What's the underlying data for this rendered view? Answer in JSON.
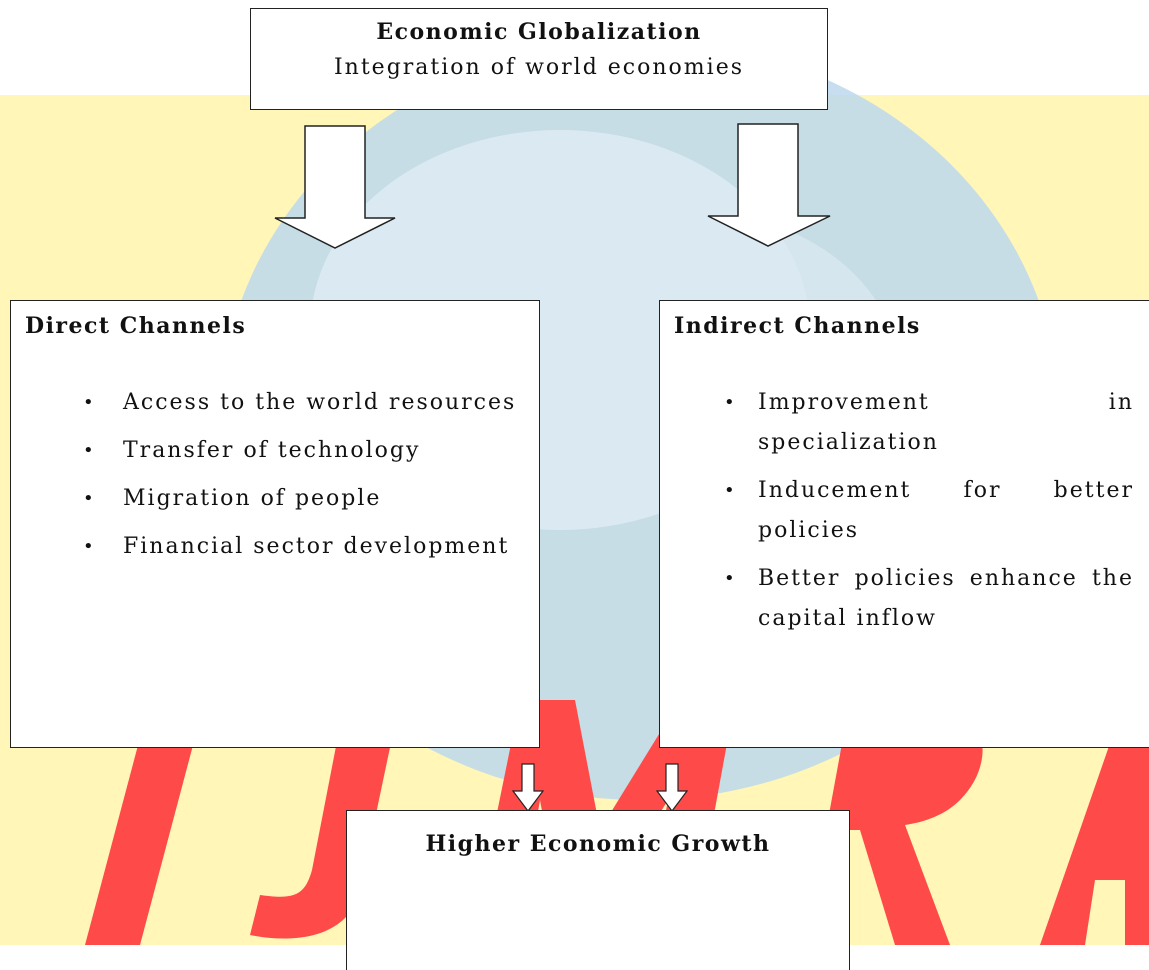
{
  "top": {
    "title": "Economic Globalization",
    "subtitle": "Integration of world economies"
  },
  "direct": {
    "title": "Direct Channels",
    "items": [
      "Access to the world resources",
      "Transfer of technology",
      "Migration of people",
      "Financial sector development"
    ]
  },
  "indirect": {
    "title": "Indirect Channels",
    "items": [
      "Improvement in specialization",
      "Inducement for better policies",
      "Better policies enhance the capital inflow"
    ]
  },
  "bottom": {
    "title": "Higher Economic Growth"
  },
  "watermark": {
    "text": "IJMRA",
    "colors": {
      "band": "#fff6b8",
      "globe": "#bcd8ec",
      "letters": "#ff4a4a"
    }
  },
  "bullet_glyph": "•"
}
